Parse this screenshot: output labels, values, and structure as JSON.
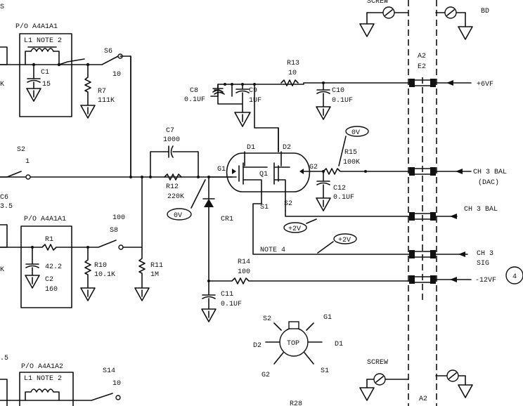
{
  "labels": {
    "t_s6": "S6",
    "t_s6_num": "10",
    "t_c1": "C1",
    "t_c1_val": "15",
    "t_r7": "R7",
    "t_r7_val": "111K",
    "t_po_top": "P/O A4A1A1",
    "t_note2_top": "L1 NOTE 2",
    "t_r13": "R13",
    "t_r13_val": "10",
    "t_c8": "C8",
    "t_c8_val": "0.1UF",
    "t_c9": "C9",
    "t_c9_val": "1UF",
    "t_c10": "C10",
    "t_c10_val": "0.1UF",
    "t_a2": "A2",
    "t_e2": "E2",
    "t_6vf": "+6VF",
    "t_bd": "BD",
    "t_screw_top": "SCREW",
    "t_c7": "C7",
    "t_c7_val": "1000",
    "t_d1": "D1",
    "t_d2": "D2",
    "t_q1": "Q1",
    "t_g1": "G1",
    "t_g2": "G2",
    "t_s1": "S1",
    "t_s2": "S2",
    "t_0v_right": "0V",
    "t_r15": "R15",
    "t_r15_val": "100K",
    "t_ch3bal_dac": "CH 3 BAL",
    "t_dac": "(DAC)",
    "t_c12": "C12",
    "t_c12_val": "0.1UF",
    "t_r12": "R12",
    "t_r12_val": "220K",
    "t_0v_left": "0V",
    "t_s2sw": "S2",
    "t_s2sw_num": "1",
    "t_c6": "C6",
    "t_c6_val": "3.5",
    "t_po_mid": "P/O A4A1A1",
    "t_100": "100",
    "t_s8": "S8",
    "t_r1": "R1",
    "t_r1_val": "42.2",
    "t_c2": "C2",
    "t_c2_val": "160",
    "t_r10": "R10",
    "t_r10_val": "10.1K",
    "t_r11": "R11",
    "t_r11_val": "1M",
    "t_cr1": "CR1",
    "t_2v_a": "+2V",
    "t_2v_b": "+2V",
    "t_ch3bal": "CH 3 BAL",
    "t_note4": "NOTE 4",
    "t_r14": "R14",
    "t_r14_val": "100",
    "t_ch3": "CH 3",
    "t_sig": "SIG",
    "t_12vf": "-12VF",
    "t_4": "4",
    "t_c11": "C11",
    "t_c11_val": "0.1UF",
    "t_top": "TOP",
    "t_pin_s2": "S2",
    "t_pin_g1": "G1",
    "t_pin_d2": "D2",
    "t_pin_d1": "D1",
    "t_pin_g2": "G2",
    "t_pin_s1": "S1",
    "t_screw_bot": "SCREW",
    "t_5": ".5",
    "t_po_bot": "P/O A4A1A2",
    "t_note2_bot": "L1 NOTE 2",
    "t_s14": "S14",
    "t_s14_num": "10",
    "t_a2_bot": "A2",
    "t_r28": "R28",
    "t_k1": "K",
    "t_k2": "K",
    "t_s_top": "S"
  }
}
